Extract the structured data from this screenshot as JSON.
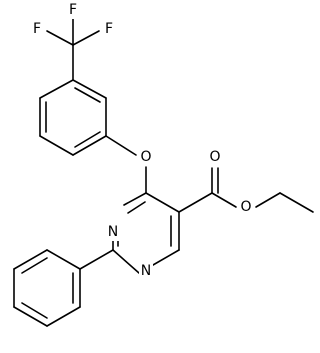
{
  "molecule": {
    "atoms": [
      {
        "label": "F"
      },
      {
        "label": "F"
      },
      {
        "label": "F"
      },
      {
        "label": "O"
      },
      {
        "label": "O"
      },
      {
        "label": "O"
      },
      {
        "label": "N"
      },
      {
        "label": "N"
      }
    ]
  },
  "colors": {
    "bond": "#000000",
    "label": "#000000",
    "background": "#ffffff"
  }
}
